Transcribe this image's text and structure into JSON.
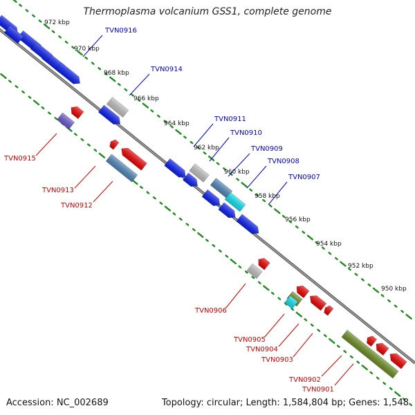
{
  "title": "Thermoplasma volcanium GSS1, complete genome",
  "accession_label": "Accession: NC_002689",
  "summary_label": "Topology: circular; Length: 1,584,804 bp; Genes: 1,548",
  "colors": {
    "forward_label": "#0000cc",
    "reverse_label": "#cc0000",
    "tick": "#1a8c1a",
    "backbone": "#7a7a7a",
    "blue": "#0a1ef0",
    "red": "#ee0000",
    "grey": "#c0c0c0",
    "steel": "#4f86b8",
    "cyan": "#10e0f0",
    "purple": "#6a5acd",
    "olive": "#6b8e23"
  },
  "scale_markers": [
    "972 kbp",
    "970 kbp",
    "968 kbp",
    "966 kbp",
    "964 kbp",
    "962 kbp",
    "960 kbp",
    "958 kbp",
    "956 kbp",
    "954 kbp",
    "952 kbp",
    "950 kbp"
  ],
  "forward_labels": [
    "TVN0916",
    "TVN0914",
    "TVN0911",
    "TVN0910",
    "TVN0909",
    "TVN0908",
    "TVN0907"
  ],
  "reverse_labels": [
    "TVN0915",
    "TVN0913",
    "TVN0912",
    "TVN0906",
    "TVN0905",
    "TVN0904",
    "TVN0903",
    "TVN0902",
    "TVN0901"
  ]
}
